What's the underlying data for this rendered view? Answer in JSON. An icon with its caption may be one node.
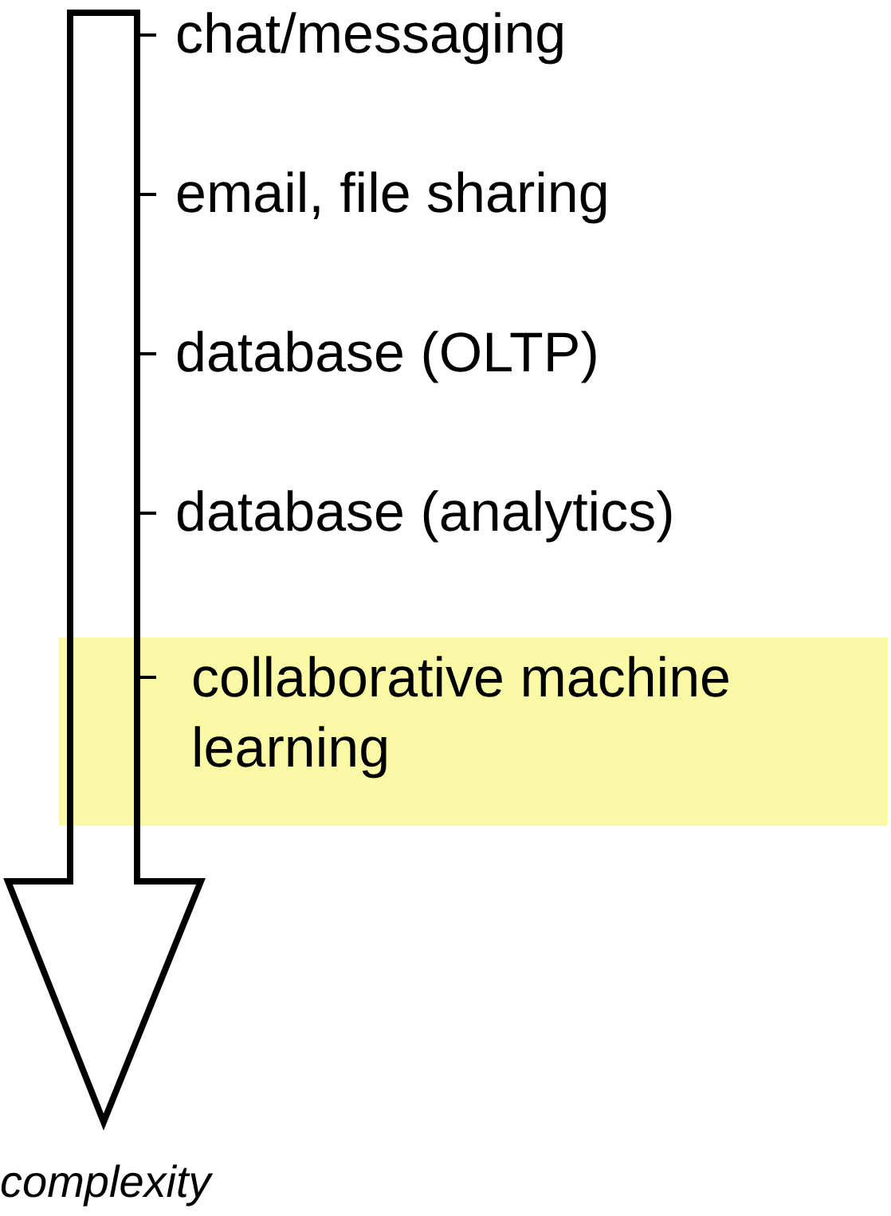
{
  "diagram": {
    "nodes": [
      {
        "text": [
          "collaborative machine learning"
        ]
      }
    ],
    "labels": [
      "chat/messaging",
      "email, file sharing",
      "database (OLTP)",
      "database (analytics)",
      "complexity"
    ]
  }
}
